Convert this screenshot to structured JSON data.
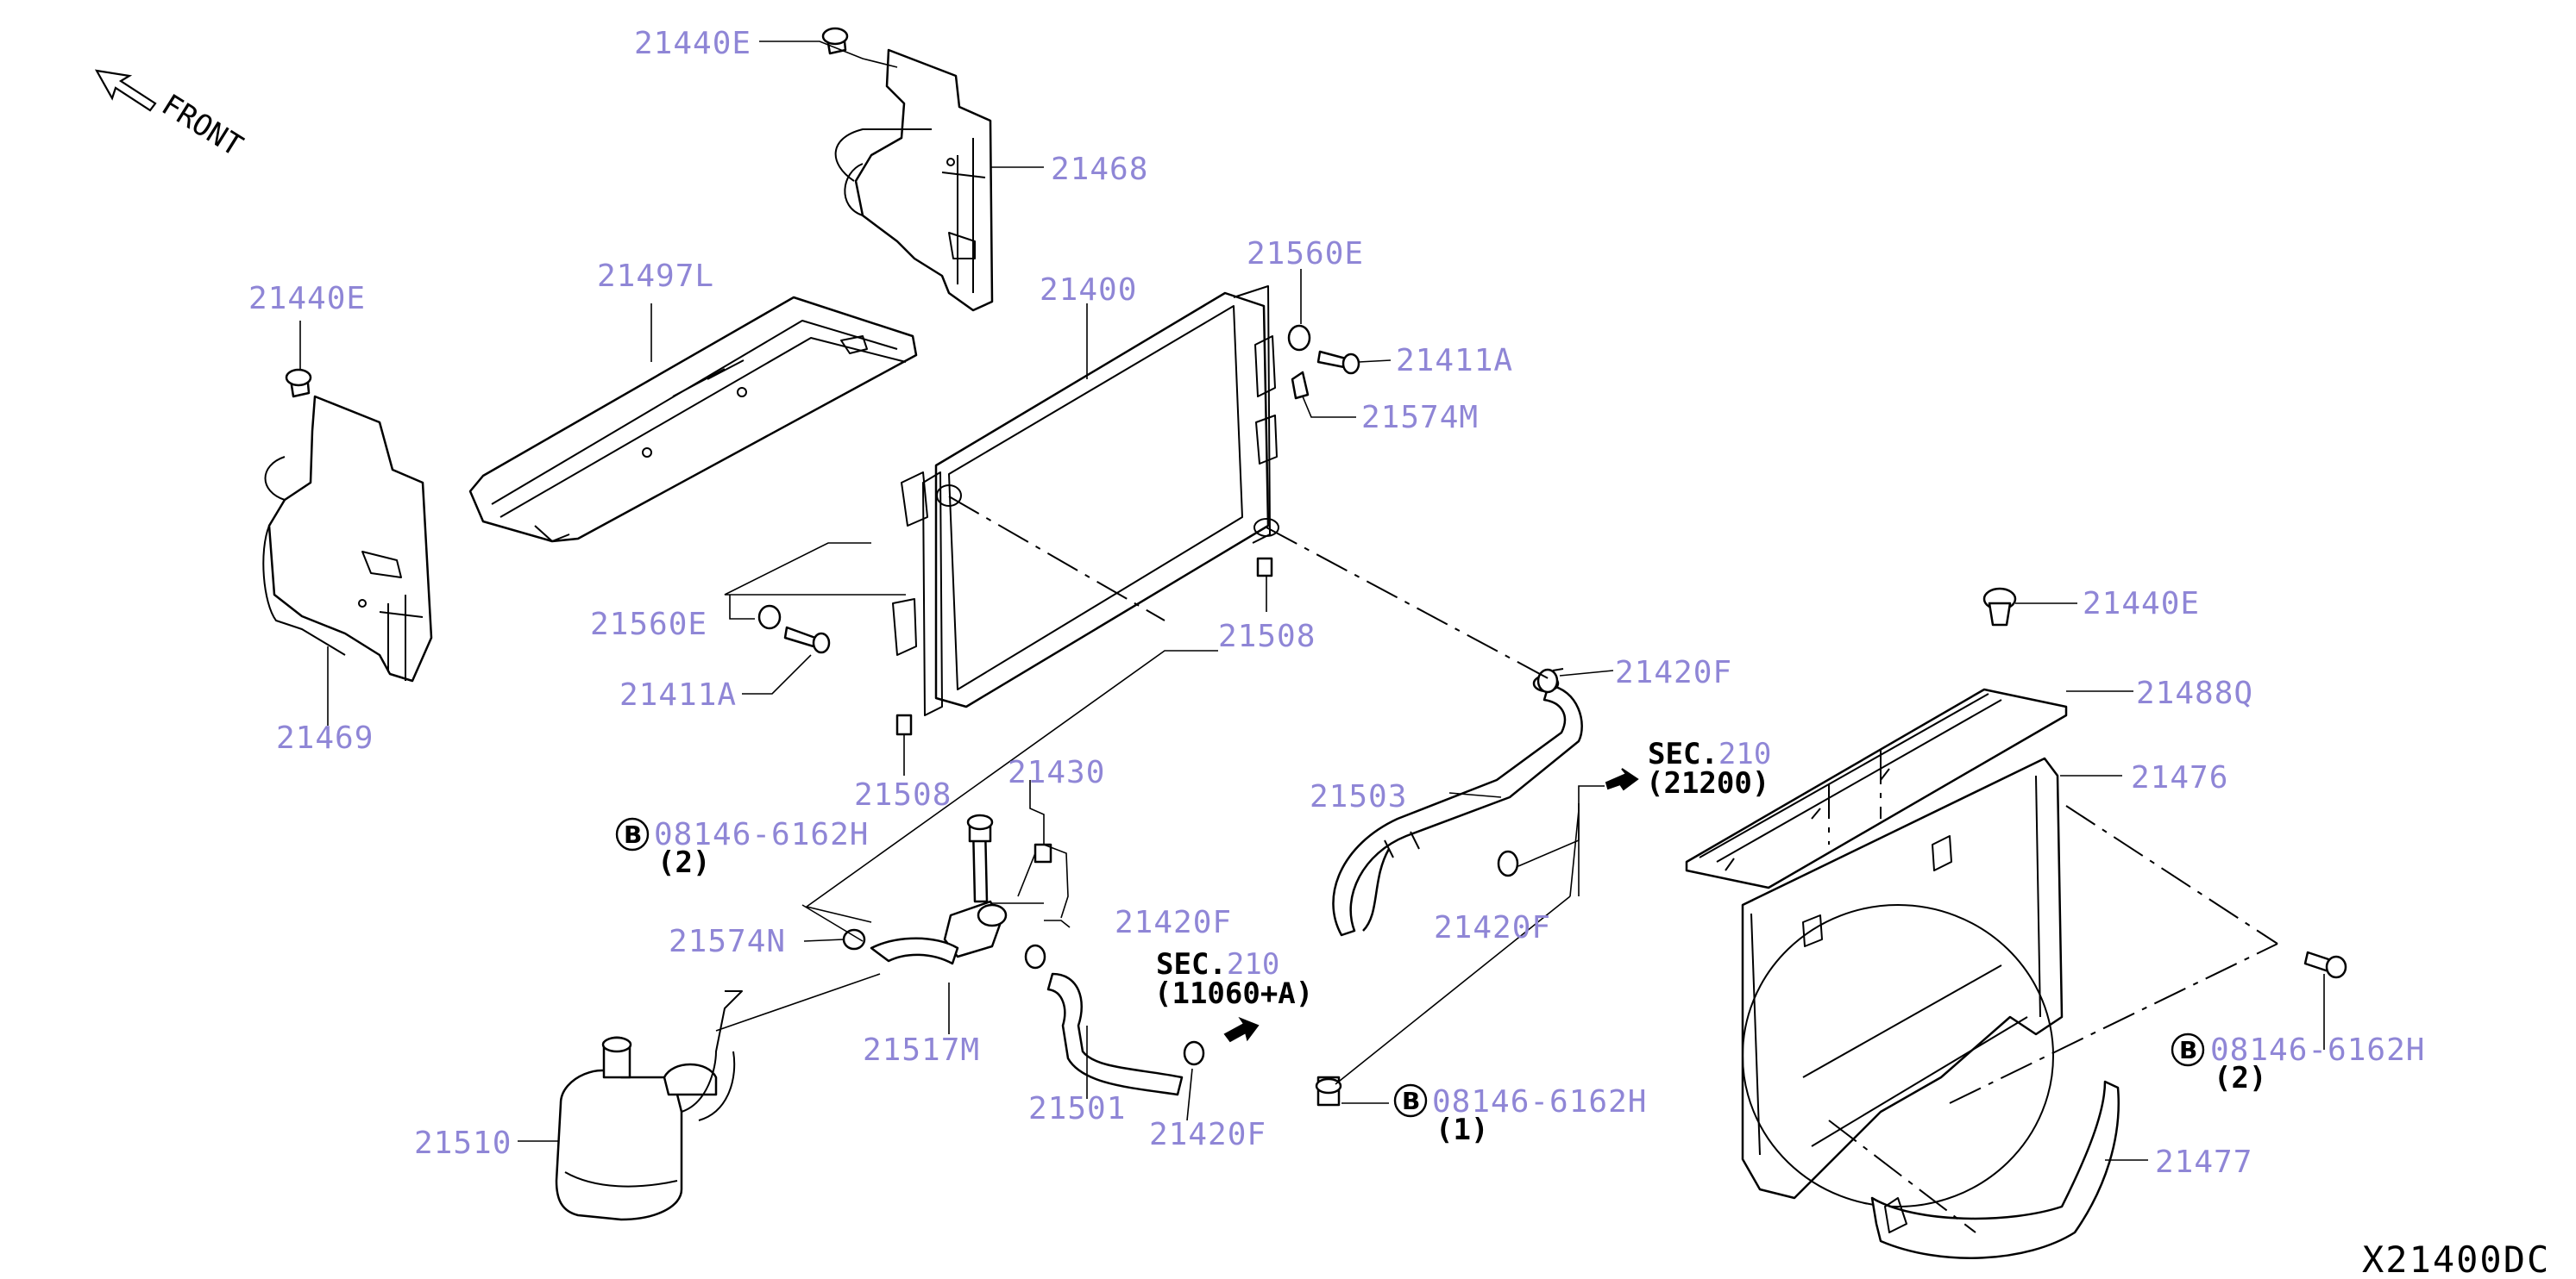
{
  "orientation": {
    "arrow_label": "FRONT",
    "icon": "front-arrow-icon"
  },
  "diagram_code": "X21400DC",
  "colors": {
    "part_label": "#8f86d6",
    "line": "#000000"
  },
  "parts": {
    "p21440E_top": "21440E",
    "p21468": "21468",
    "p21440E_left": "21440E",
    "p21497L": "21497L",
    "p21400": "21400",
    "p21560E_right": "21560E",
    "p21411A_right": "21411A",
    "p21574M": "21574M",
    "p21469": "21469",
    "p21560E_left": "21560E",
    "p21411A_left": "21411A",
    "p21508_right": "21508",
    "p21508_left": "21508",
    "p21430": "21430",
    "p21420F_top": "21420F",
    "p21503": "21503",
    "p21420F_mid": "21420F",
    "p21440E_right": "21440E",
    "p21488Q": "21488Q",
    "p21476": "21476",
    "p21574N": "21574N",
    "p21420F_left": "21420F",
    "p21517M": "21517M",
    "p21501": "21501",
    "p21420F_bottom": "21420F",
    "p21510": "21510",
    "p21477": "21477"
  },
  "bolts": {
    "b1": {
      "symbol": "B",
      "part": "08146-6162H",
      "qty": "(2)"
    },
    "b2": {
      "symbol": "B",
      "part": "08146-6162H",
      "qty": "(1)"
    },
    "b3": {
      "symbol": "B",
      "part": "08146-6162H",
      "qty": "(2)"
    }
  },
  "section_refs": {
    "s1": {
      "prefix": "SEC.",
      "number": "210",
      "ref": "(21200)"
    },
    "s2": {
      "prefix": "SEC.",
      "number": "210",
      "ref": "(11060+A)"
    }
  }
}
